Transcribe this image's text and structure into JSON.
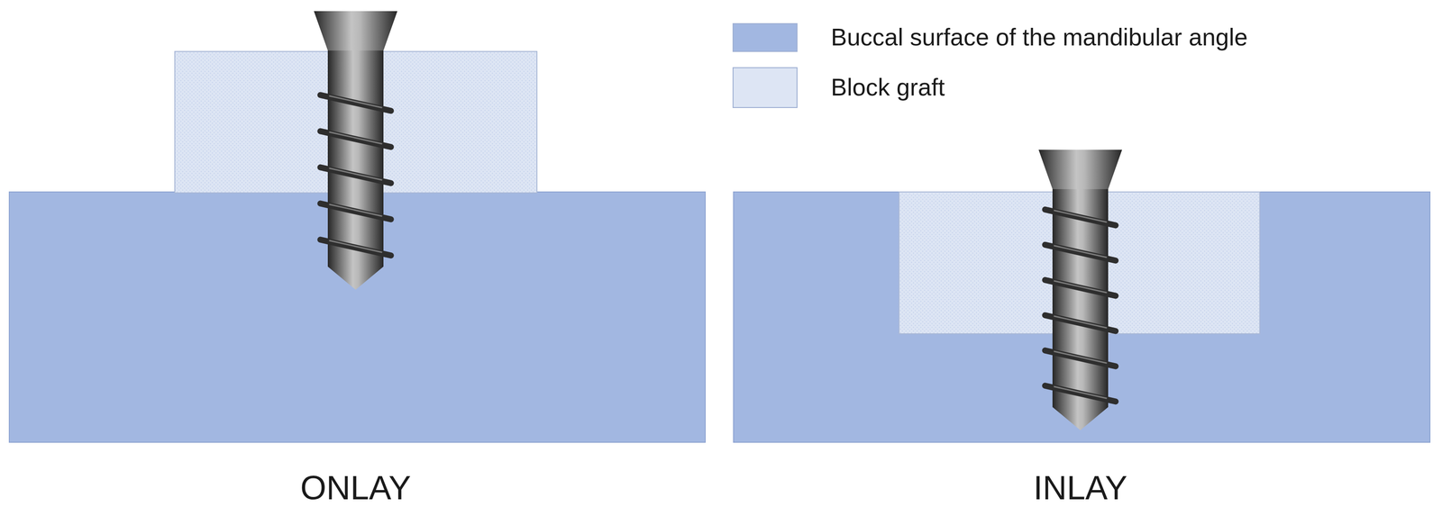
{
  "diagram": {
    "labels": [
      "ONLAY",
      "INLAY"
    ],
    "legend": [
      {
        "text": "Buccal surface of the mandibular angle",
        "color": "#a2b7e1"
      },
      {
        "text": "Block graft",
        "color": "#dde5f4"
      }
    ]
  }
}
